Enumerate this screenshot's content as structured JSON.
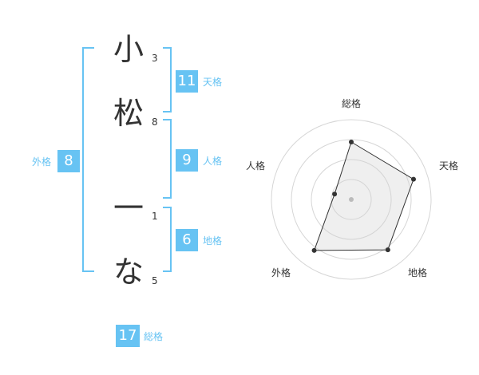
{
  "name": {
    "chars": [
      "小",
      "松",
      "一",
      "な"
    ],
    "strokes": [
      "3",
      "8",
      "1",
      "5"
    ]
  },
  "kakusu": {
    "tenkaku": {
      "value": "11",
      "label": "天格"
    },
    "jinkaku": {
      "value": "9",
      "label": "人格"
    },
    "chikaku": {
      "value": "6",
      "label": "地格"
    },
    "gaikaku": {
      "value": "8",
      "label": "外格"
    },
    "soukaku": {
      "value": "17",
      "label": "総格"
    }
  },
  "colors": {
    "accent": "#67c3f3",
    "text": "#333333"
  },
  "chart_data": {
    "type": "radar",
    "categories": [
      "総格",
      "天格",
      "地格",
      "外格",
      "人格"
    ],
    "values": [
      0.72,
      0.82,
      0.78,
      0.79,
      0.22
    ],
    "range": [
      0,
      1
    ],
    "rings": 4
  }
}
